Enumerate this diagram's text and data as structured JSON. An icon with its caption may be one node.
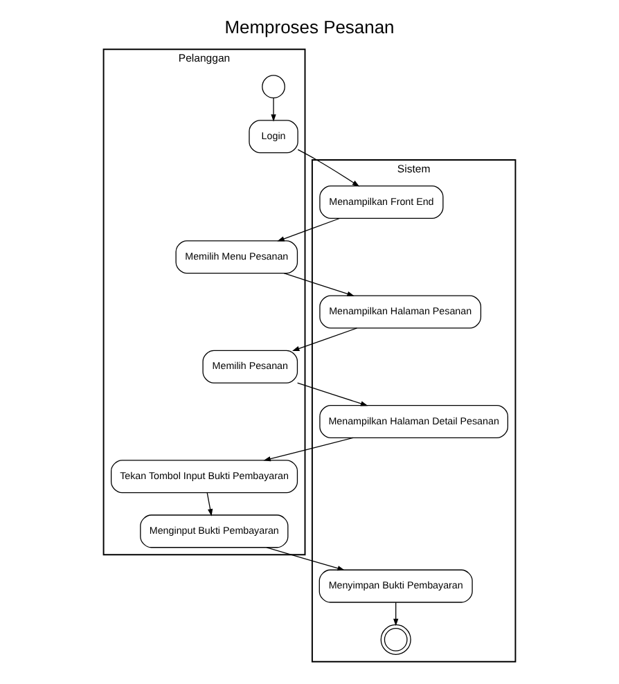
{
  "diagram": {
    "title": "Memproses Pesanan",
    "nodes": [
      {
        "text": [
          "Pelanggan"
        ]
      },
      {
        "text": [
          "Sistem"
        ]
      },
      {
        "text": [],
        "shape": "circle",
        "in": 0
      },
      {
        "text": [
          "Login"
        ],
        "in": 0
      },
      {
        "text": [
          "Menampilkan Front End"
        ],
        "in": 1
      },
      {
        "text": [
          "Memilih Menu Pesanan"
        ],
        "in": 0
      },
      {
        "text": [
          "Menampilkan Halaman Pesanan"
        ],
        "in": 1
      },
      {
        "text": [
          "Memilih Pesanan"
        ],
        "in": 0
      },
      {
        "text": [
          "Menampilkan Halaman Detail Pesanan"
        ],
        "in": 1
      },
      {
        "text": [
          "Tekan Tombol Input Bukti Pembayaran"
        ],
        "in": 0
      },
      {
        "text": [
          "Menginput Bukti Pembayaran"
        ],
        "in": 0
      },
      {
        "text": [
          "Menyimpan Bukti Pembayaran"
        ],
        "in": 1
      },
      {
        "text": [],
        "shape": "circle",
        "in": 1
      }
    ],
    "edges": [
      {
        "from": 2,
        "to": 3,
        "arrow": "to"
      },
      {
        "from": 3,
        "to": 4,
        "arrow": "to"
      },
      {
        "from": 4,
        "to": 5,
        "arrow": "to"
      },
      {
        "from": 5,
        "to": 6,
        "arrow": "to"
      },
      {
        "from": 6,
        "to": 7,
        "arrow": "to"
      },
      {
        "from": 7,
        "to": 8,
        "arrow": "to"
      },
      {
        "from": 8,
        "to": 9,
        "arrow": "to"
      },
      {
        "from": 9,
        "to": 10,
        "arrow": "to"
      },
      {
        "from": 10,
        "to": 11,
        "arrow": "to"
      },
      {
        "from": 11,
        "to": 12,
        "arrow": "to"
      }
    ]
  }
}
